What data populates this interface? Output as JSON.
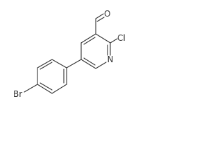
{
  "structure": {
    "atoms": {
      "oxygen": "O",
      "chlorine": "Cl",
      "nitrogen": "N",
      "bromine": "Br"
    },
    "colors": {
      "bond": "#333333",
      "label": "#333333",
      "background": "#ffffff"
    }
  }
}
